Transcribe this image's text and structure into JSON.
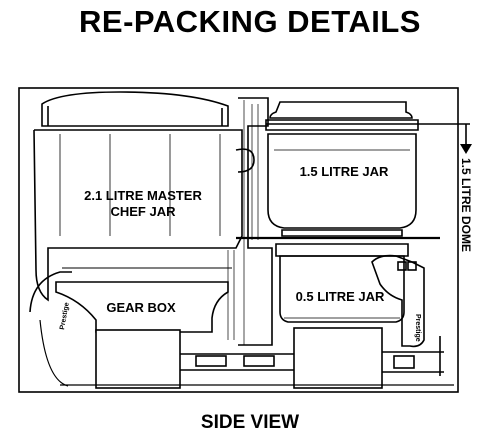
{
  "header": {
    "title": "RE-PACKING DETAILS"
  },
  "footer": {
    "caption": "SIDE VIEW"
  },
  "labels": {
    "master_jar_line1": "2.1 LITRE  MASTER",
    "master_jar_line2": "CHEF JAR",
    "jar_1_5": "1.5 LITRE JAR",
    "gear_box": "GEAR BOX",
    "jar_0_5": "0.5 LITRE JAR",
    "dome": "1.5 LITRE DOME",
    "brand_left": "Prestige",
    "brand_right": "Prestige"
  }
}
